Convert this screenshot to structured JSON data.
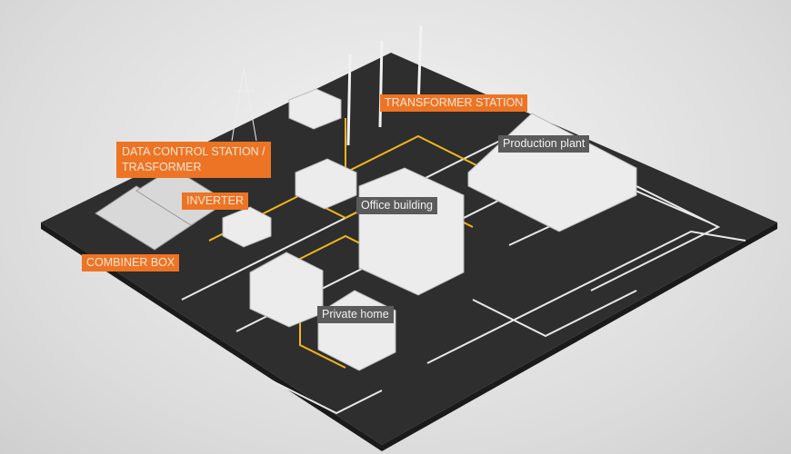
{
  "colors": {
    "accent": "#ec7424",
    "label_gray": "#5b5b5b",
    "ground": "#2e2e2e",
    "cable": "#f2b51c"
  },
  "labels": {
    "transformer_station": "TRANSFORMER STATION",
    "data_control_line1": "DATA CONTROL STATION /",
    "data_control_line2": "TRASFORMER",
    "inverter": "INVERTER",
    "combiner_box": "COMBINER BOX",
    "production_plant": "Production plant",
    "office_building": "Office building",
    "private_home": "Private home"
  }
}
